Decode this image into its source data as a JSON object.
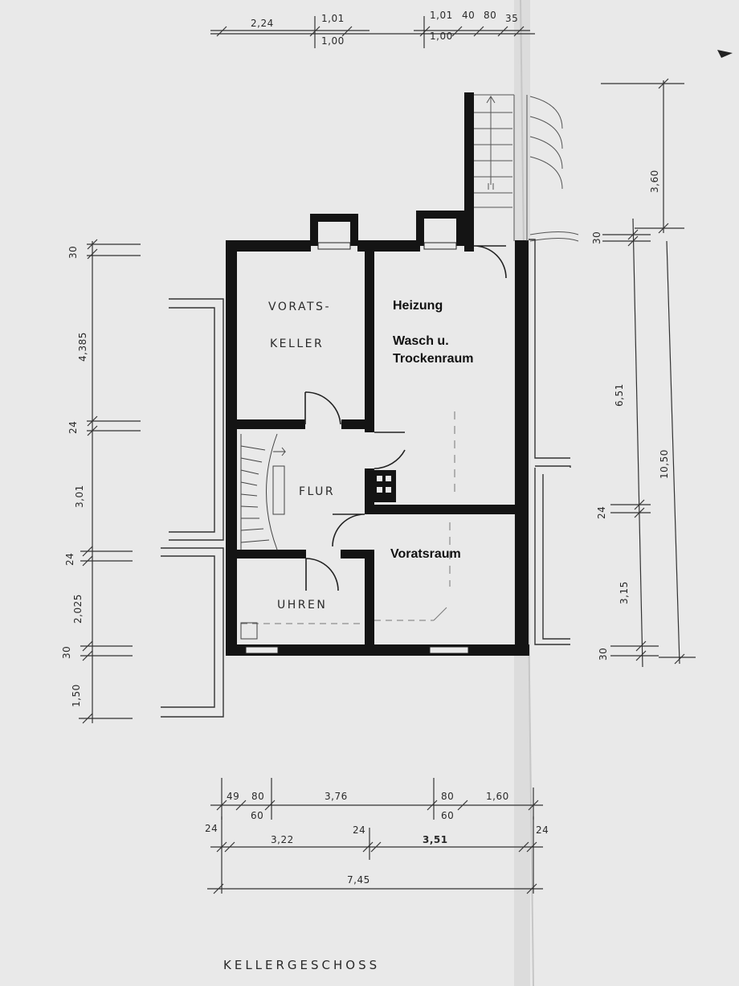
{
  "title": "KELLERGESCHOSS",
  "rooms": {
    "vorats_keller_line1": "VORATS-",
    "vorats_keller_line2": "KELLER",
    "heizung": "Heizung",
    "wasch_line1": "Wasch u.",
    "wasch_line2": "Trockenraum",
    "flur": "FLUR",
    "voratsraum": "Voratsraum",
    "uhren": "UHREN"
  },
  "dims_top": {
    "d1": "2,24",
    "d2": "1,01",
    "d3": "1,00",
    "d4": "1,01",
    "d5": "40",
    "d6": "80",
    "d7": "35",
    "d8": "1,00"
  },
  "dims_left": {
    "d1": "30",
    "d2": "4,385",
    "d3": "24",
    "d4": "3,01",
    "d5": "24",
    "d6": "2,025",
    "d7": "30",
    "d8": "1,50"
  },
  "dims_right": {
    "d1": "3,60",
    "d2": "30",
    "d3": "6,51",
    "d4": "24",
    "d5": "3,15",
    "d6": "30",
    "d7": "10,50"
  },
  "dims_bottom": {
    "r1": [
      "49",
      "80",
      "3,76",
      "80",
      "1,60"
    ],
    "r1b": [
      "60",
      "60"
    ],
    "r2": [
      "24",
      "3,22",
      "24",
      "3,51",
      "24"
    ],
    "r3": "7,45"
  }
}
